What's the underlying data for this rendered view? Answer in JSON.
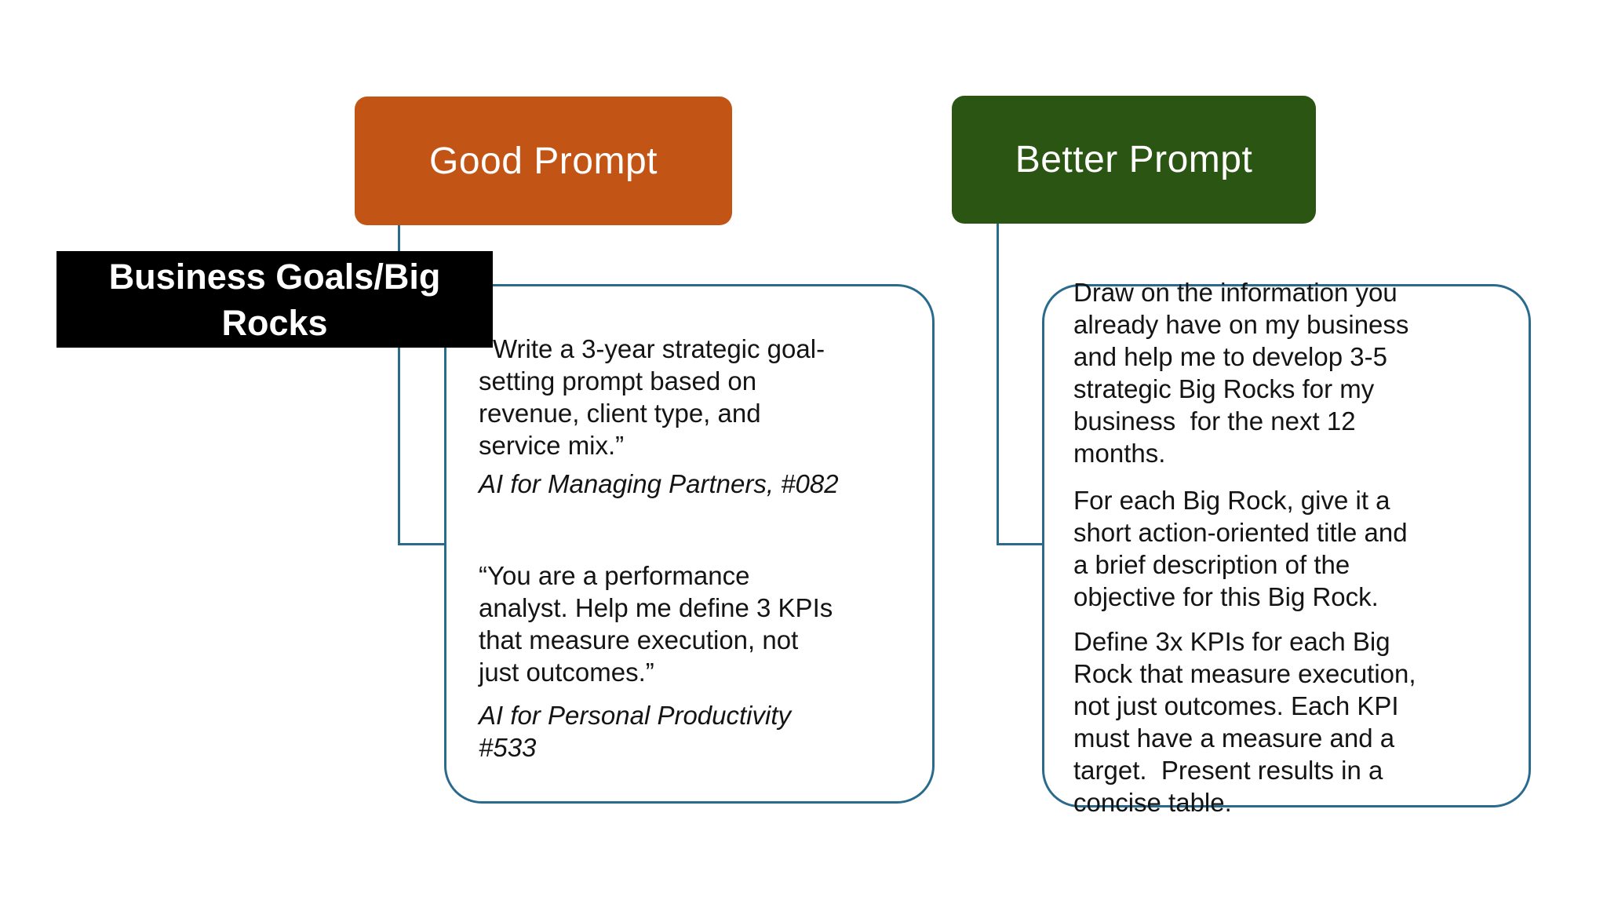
{
  "slide": {
    "headers": {
      "good": "Good Prompt",
      "better": "Better Prompt"
    },
    "category": {
      "label_lines": [
        "Business Goals/Big",
        "Rocks"
      ]
    },
    "good_panel": {
      "quote1_lines": [
        "Write a 3-year strategic goal-",
        "setting prompt based on",
        "revenue, client type, and",
        "service mix.”"
      ],
      "cite1": "AI for Managing Partners, #082",
      "quote2_lines": [
        "“You are a performance",
        "analyst. Help me define 3 KPIs",
        "that measure execution, not",
        "just outcomes.”"
      ],
      "cite2_lines": [
        "AI for Personal Productivity",
        "#533"
      ]
    },
    "better_panel": {
      "para1_lines": [
        "Draw on the information you",
        "already have on my business",
        "and help me to develop 3-5",
        "strategic Big Rocks for my",
        "business  for the next 12",
        "months."
      ],
      "para2_lines": [
        "For each Big Rock, give it a",
        "short action-oriented title and",
        "a brief description of the",
        "objective for this Big Rock."
      ],
      "para3_lines": [
        "Define 3x KPIs for each Big",
        "Rock that measure execution,",
        "not just outcomes. Each KPI",
        "must have a measure and a",
        "target.  Present results in a",
        "concise table."
      ]
    },
    "colors": {
      "orange": "#C25416",
      "green": "#2B5513",
      "teal_line": "#2A6B8D",
      "label_bg": "#000000",
      "text": "#141414"
    }
  }
}
